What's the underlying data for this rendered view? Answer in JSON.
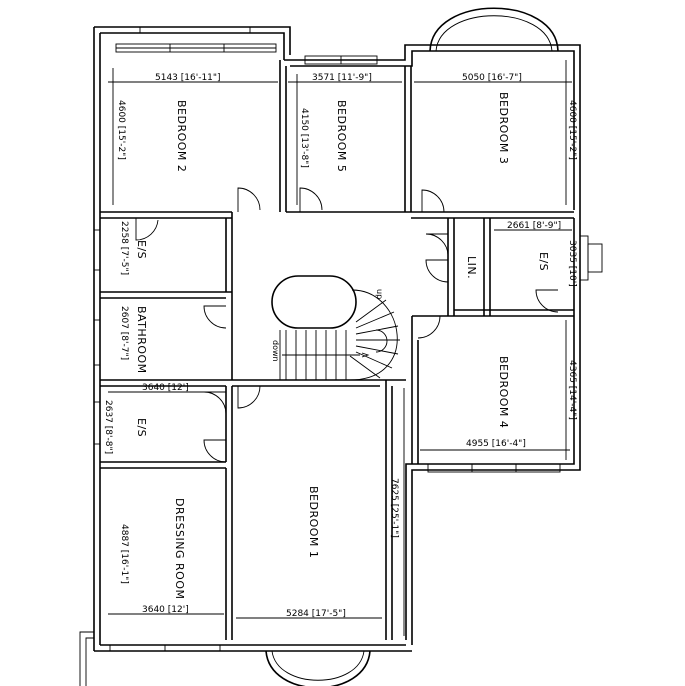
{
  "rooms": {
    "bedroom1": "BEDROOM  1",
    "bedroom2": "BEDROOM  2",
    "bedroom3": "BEDROOM  3",
    "bedroom4": "BEDROOM  4",
    "bedroom5": "BEDROOM  5",
    "es_upper_left": "E/S",
    "bathroom": "BATHROOM",
    "es_lower_left": "E/S",
    "dressing": "DRESSING  ROOM",
    "linen": "LIN.",
    "es_right": "E/S"
  },
  "dimensions": {
    "bed2_width": "5143 [16'-11\"]",
    "bed2_depth": "4600 [15'-2\"]",
    "bed5_width": "3571 [11'-9\"]",
    "bed5_depth": "4150 [13'-8\"]",
    "bed3_width": "5050 [16'-7\"]",
    "bed3_depth": "4600 [15'-2\"]",
    "es_left_upper": "2258 [7'-5\"]",
    "bathroom": "2607 [8'-7\"]",
    "es_left_lower_width": "3640 [12']",
    "es_left_lower_depth": "2637 [8'-8\"]",
    "dressing_depth": "4887 [16'-1\"]",
    "dressing_width": "3640 [12']",
    "bed1_depth": "7625 [25'-1\"]",
    "bed1_width": "5284 [17'-5\"]",
    "es_right_width": "2661 [8'-9\"]",
    "es_right_depth": "3035 [10']",
    "bed4_depth": "4365 [14'-4\"]",
    "bed4_width": "4955 [16'-4\"]"
  },
  "stairs": {
    "up": "up",
    "down": "down"
  }
}
